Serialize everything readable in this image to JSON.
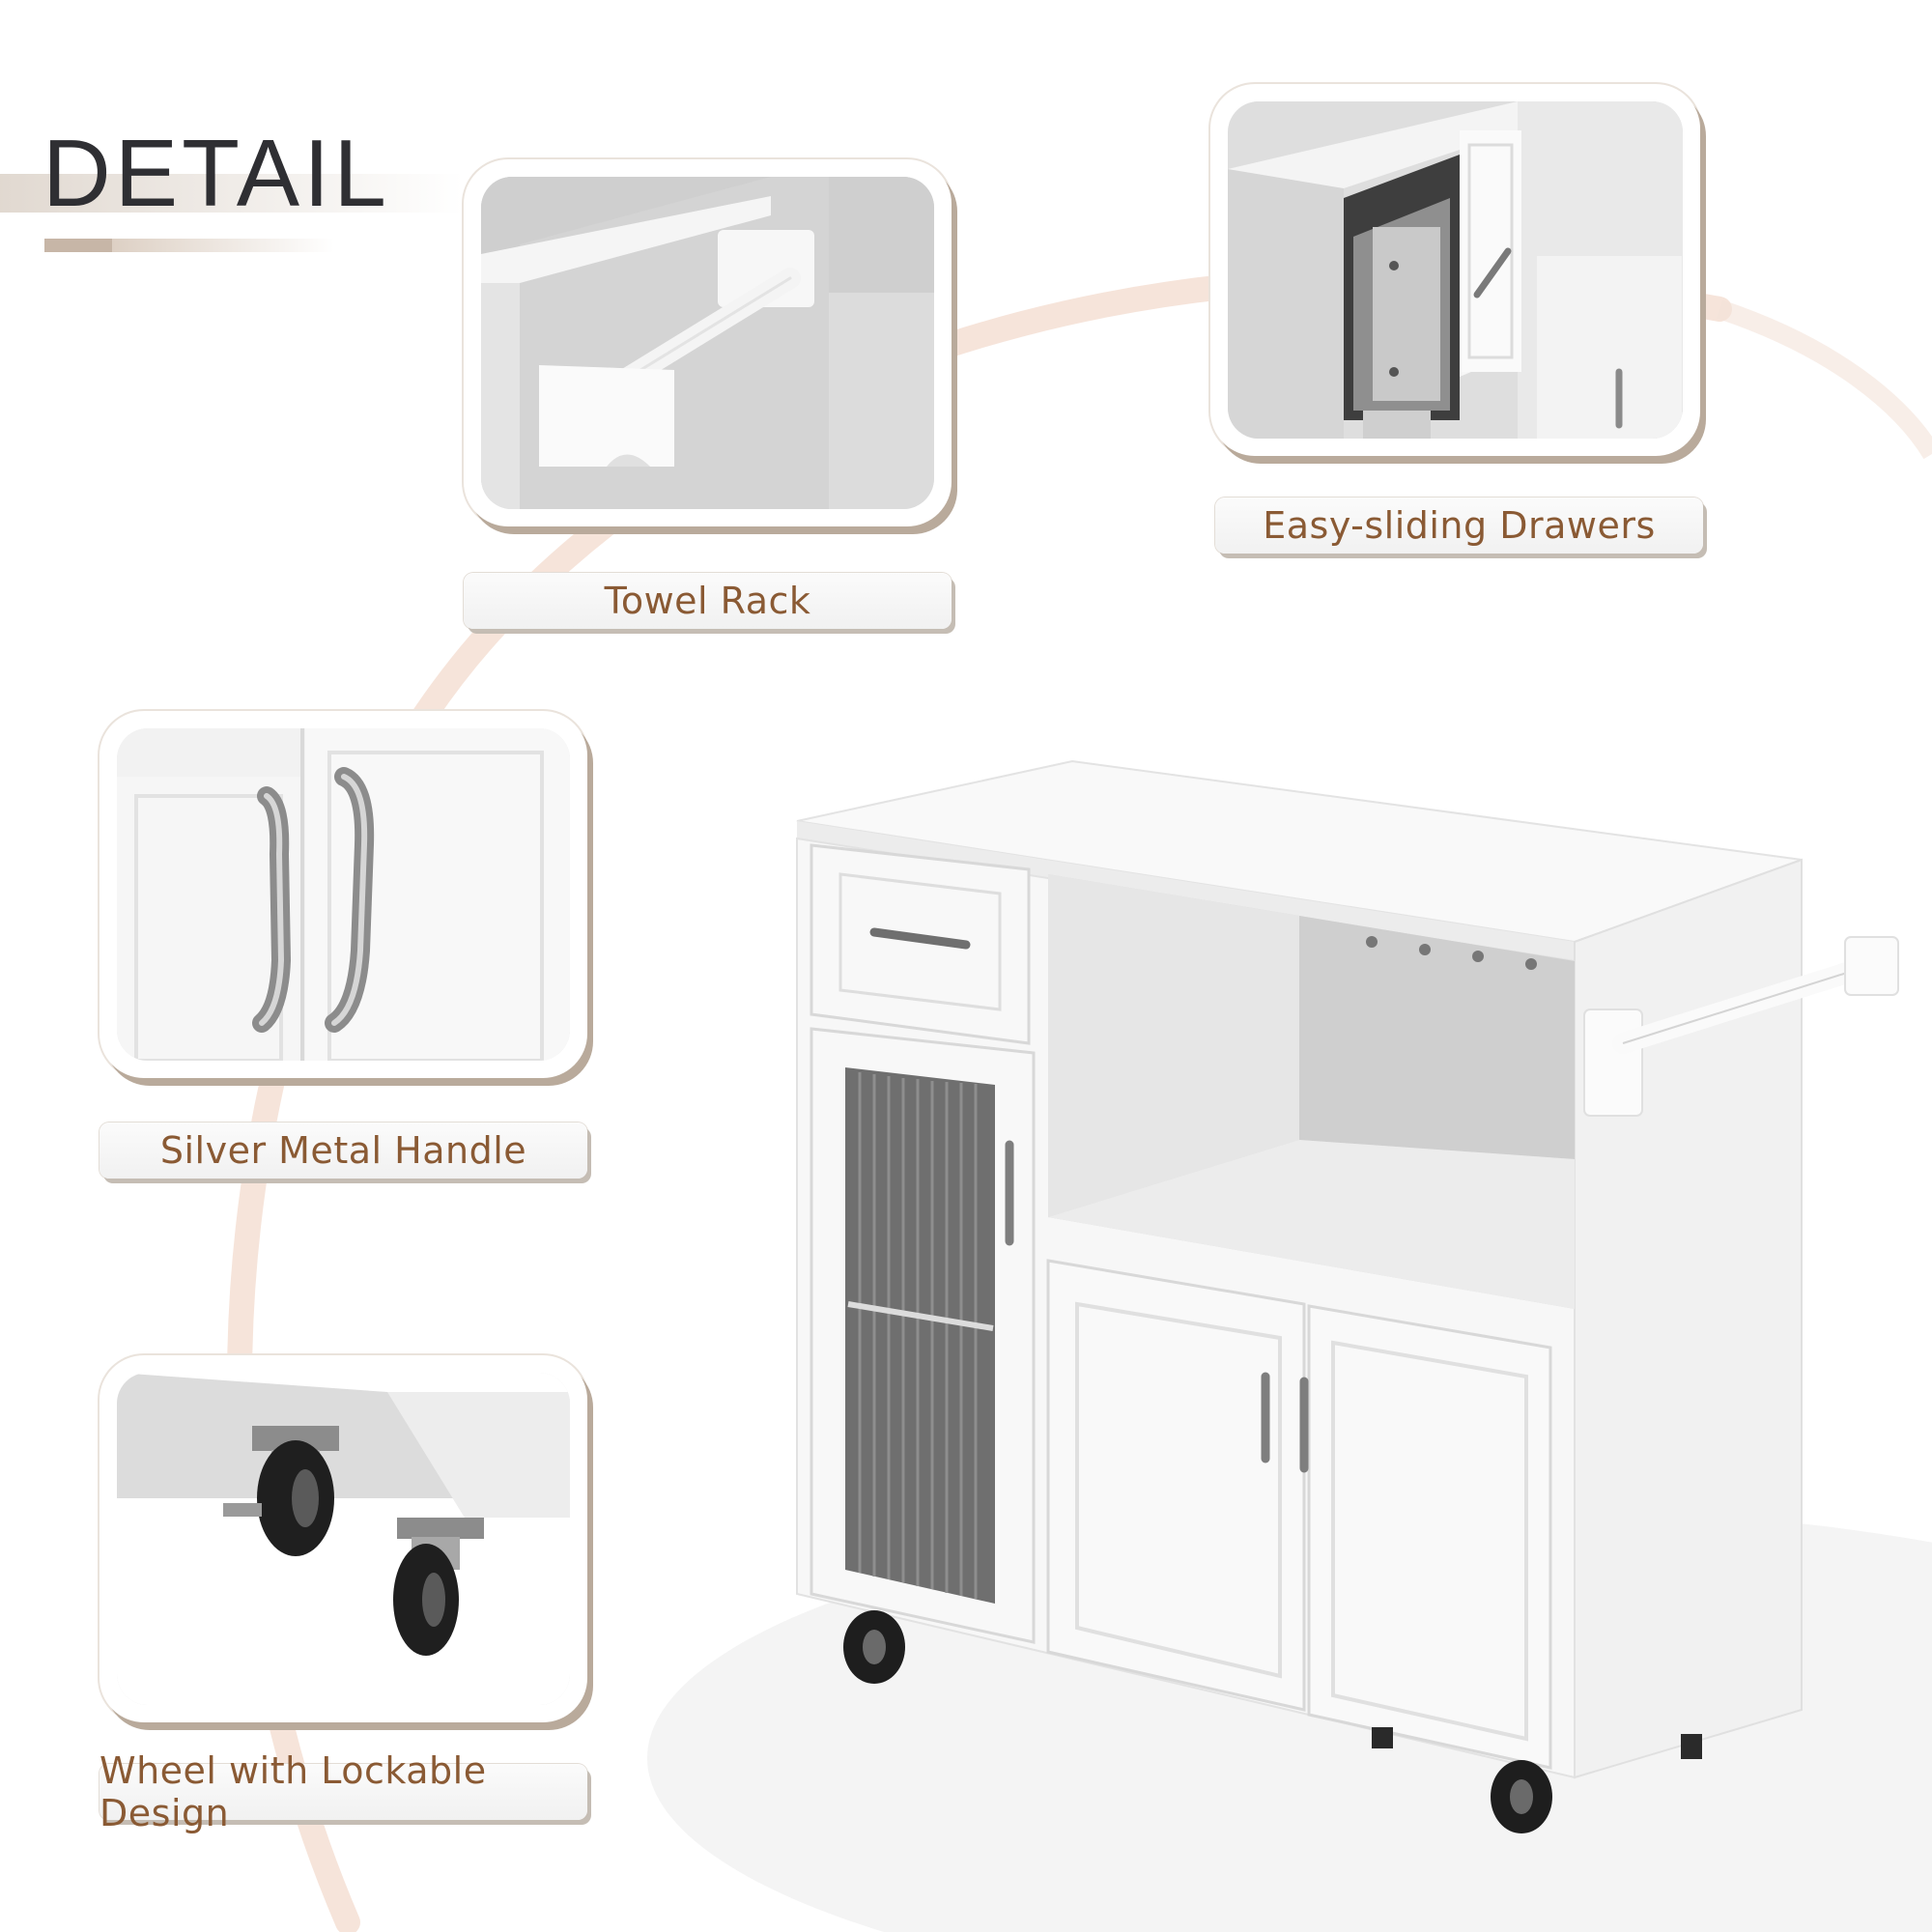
{
  "title": "DETAIL",
  "features": {
    "towel_rack": "Towel Rack",
    "drawers": "Easy-sliding Drawers",
    "handle": "Silver Metal Handle",
    "wheel": "Wheel with Lockable Design"
  },
  "colors": {
    "label_text": "#8a5a34",
    "title_text": "#2f2f33",
    "card_shadow": "#b9aa9b",
    "arc": "#f2d6c8"
  }
}
